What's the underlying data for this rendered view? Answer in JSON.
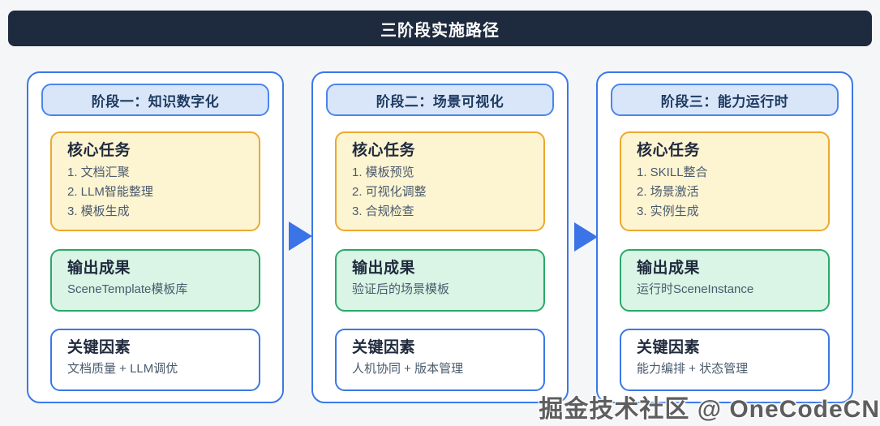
{
  "header": {
    "title": "三阶段实施路径"
  },
  "stages": [
    {
      "name": "阶段一：知识数字化",
      "core_tasks": {
        "title": "核心任务",
        "items": [
          "1. 文档汇聚",
          "2. LLM智能整理",
          "3. 模板生成"
        ]
      },
      "output": {
        "title": "输出成果",
        "text": "SceneTemplate模板库"
      },
      "key_factors": {
        "title": "关键因素",
        "text": "文档质量 + LLM调优"
      }
    },
    {
      "name": "阶段二：场景可视化",
      "core_tasks": {
        "title": "核心任务",
        "items": [
          "1. 模板预览",
          "2. 可视化调整",
          "3. 合规检查"
        ]
      },
      "output": {
        "title": "输出成果",
        "text": "验证后的场景模板"
      },
      "key_factors": {
        "title": "关键因素",
        "text": "人机协同 + 版本管理"
      }
    },
    {
      "name": "阶段三：能力运行时",
      "core_tasks": {
        "title": "核心任务",
        "items": [
          "1. SKILL整合",
          "2. 场景激活",
          "3. 实例生成"
        ]
      },
      "output": {
        "title": "输出成果",
        "text": "运行时SceneInstance"
      },
      "key_factors": {
        "title": "关键因素",
        "text": "能力编排 + 状态管理"
      }
    }
  ],
  "watermark": "掘金技术社区 @ OneCodeCN",
  "colors": {
    "page_background": "#f5f6f8",
    "header_background": "#1e2a3d",
    "header_text": "#ffffff",
    "column_border": "#3b78e7",
    "stage_pill_background": "#d9e6fa",
    "stage_pill_border": "#4a86ec",
    "stage_pill_text": "#1e3a5f",
    "core_tasks_background": "#fdf4d2",
    "core_tasks_border": "#eda82e",
    "output_background": "#daf4e5",
    "output_border": "#2aa96a",
    "key_factors_border": "#3b78e7",
    "box_title_text": "#1f2a3d",
    "box_body_text": "#4a5b6d",
    "arrow": "#3b74e6"
  }
}
